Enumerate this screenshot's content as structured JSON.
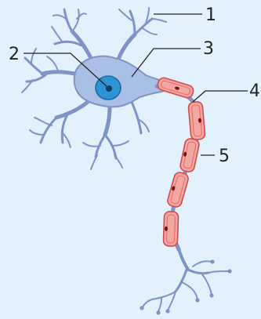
{
  "labels": [
    {
      "id": "1",
      "text": "1"
    },
    {
      "id": "2",
      "text": "2"
    },
    {
      "id": "3",
      "text": "3"
    },
    {
      "id": "4",
      "text": "4"
    },
    {
      "id": "5",
      "text": "5"
    }
  ],
  "colors": {
    "background": "#e2f1fb",
    "cell_body": "#a9bfe6",
    "dendrite": "#7f93c7",
    "nucleus": "#2e93d3",
    "myelin_fill": "#f4a6a2",
    "myelin_stroke": "#d34b4b"
  }
}
